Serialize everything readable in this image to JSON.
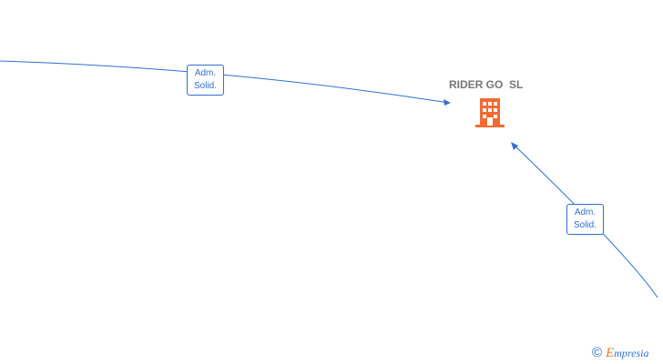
{
  "company": {
    "name": "RIDER GO  SL",
    "icon": "building-icon",
    "icon_color": "#f26b32"
  },
  "edges": [
    {
      "label_line1": "Adm.",
      "label_line2": "Solid."
    },
    {
      "label_line1": "Adm.",
      "label_line2": "Solid."
    }
  ],
  "colors": {
    "edge": "#2f6fd1",
    "label_text": "#2f6fd1",
    "company_text": "#767676"
  },
  "watermark": {
    "symbol": "©",
    "brand_initial": "E",
    "brand_rest": "mpresia"
  }
}
